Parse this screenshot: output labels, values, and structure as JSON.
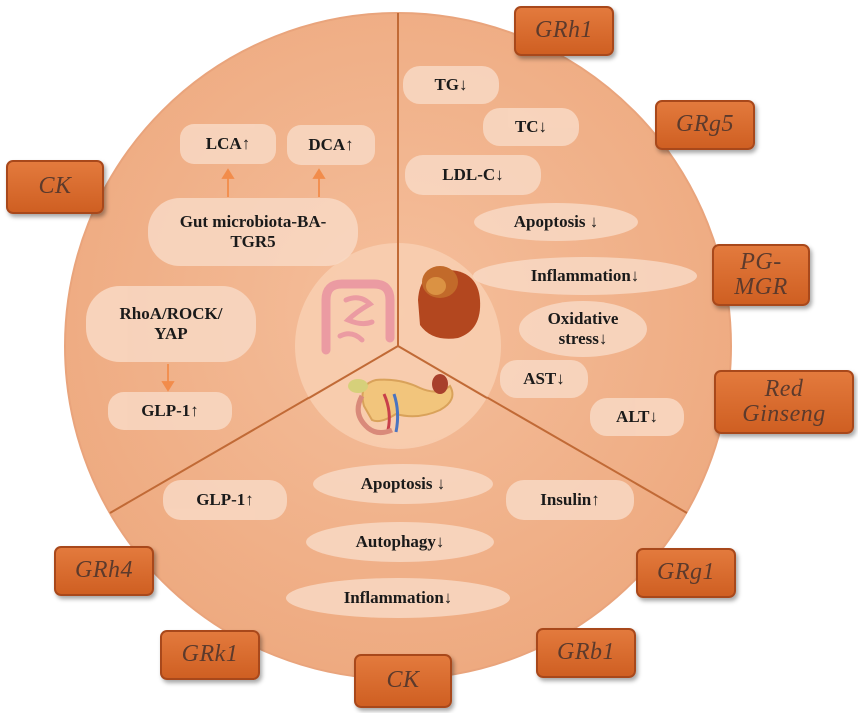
{
  "colors": {
    "circle_fill": "#f1b48d",
    "pill_fill": "#f9d9c4",
    "line": "#c16a36",
    "tag_fill": "#e0763a",
    "arrow": "#f28c4b"
  },
  "organs": {
    "center": "intestine-liver-pancreas",
    "intestine_icon": "intestine-icon",
    "liver_icon": "liver-icon",
    "pancreas_icon": "pancreas-icon"
  },
  "intestine_sector": {
    "lca": "LCA↑",
    "dca": "DCA↑",
    "gut_pathway": "Gut microbiota-BA-\nTGR5",
    "rho_pathway": "RhoA/ROCK/\nYAP",
    "glp1": "GLP-1↑"
  },
  "liver_sector": {
    "tg": "TG↓",
    "tc": "TC↓",
    "ldl": "LDL-C↓",
    "apoptosis": "Apoptosis ↓",
    "inflammation": "Inflammation↓",
    "oxidative": "Oxidative\nstress↓",
    "ast": "AST↓",
    "alt": "ALT↓"
  },
  "pancreas_sector": {
    "glp1": "GLP-1↑",
    "apoptosis": "Apoptosis ↓",
    "insulin": "Insulin↑",
    "autophagy": "Autophagy↓",
    "inflammation": "Inflammation↓"
  },
  "tags": {
    "grh1": "GRh1",
    "grg5": "GRg5",
    "ck_left": "CK",
    "pg_mgr": "PG-\nMGR",
    "red_ginseng": "Red\nGinseng",
    "grh4": "GRh4",
    "grg1": "GRg1",
    "grk1": "GRk1",
    "grb1": "GRb1",
    "ck_bottom": "CK"
  }
}
